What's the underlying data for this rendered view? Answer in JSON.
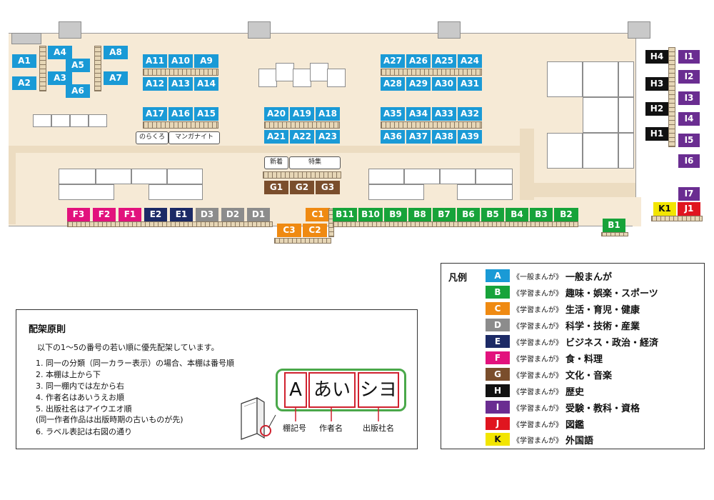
{
  "colors": {
    "A": "#1a9ad6",
    "B": "#17a33a",
    "C": "#ef8a12",
    "D": "#8c8c8c",
    "E": "#1c2a66",
    "F": "#e2127d",
    "G": "#7a4e2c",
    "H": "#111111",
    "I": "#6a2d91",
    "J": "#e0151f",
    "K": "#f2e500",
    "floor": "#f6ead6",
    "aisle": "#ecdcc1"
  },
  "labels": {
    "A1": "A1",
    "A2": "A2",
    "A3": "A3",
    "A4": "A4",
    "A5": "A5",
    "A6": "A6",
    "A7": "A7",
    "A8": "A8",
    "A9": "A9",
    "A10": "A10",
    "A11": "A11",
    "A12": "A12",
    "A13": "A13",
    "A14": "A14",
    "A15": "A15",
    "A16": "A16",
    "A17": "A17",
    "A18": "A18",
    "A19": "A19",
    "A20": "A20",
    "A21": "A21",
    "A22": "A22",
    "A23": "A23",
    "A24": "A24",
    "A25": "A25",
    "A26": "A26",
    "A27": "A27",
    "A28": "A28",
    "A29": "A29",
    "A30": "A30",
    "A31": "A31",
    "A32": "A32",
    "A33": "A33",
    "A34": "A34",
    "A35": "A35",
    "A36": "A36",
    "A37": "A37",
    "A38": "A38",
    "A39": "A39",
    "B1": "B1",
    "B2": "B2",
    "B3": "B3",
    "B4": "B4",
    "B5": "B5",
    "B6": "B6",
    "B7": "B7",
    "B8": "B8",
    "B9": "B9",
    "B10": "B10",
    "B11": "B11",
    "C1": "C1",
    "C2": "C2",
    "C3": "C3",
    "D1": "D1",
    "D2": "D2",
    "D3": "D3",
    "E1": "E1",
    "E2": "E2",
    "F1": "F1",
    "F2": "F2",
    "F3": "F3",
    "G1": "G1",
    "G2": "G2",
    "G3": "G3",
    "H1": "H1",
    "H2": "H2",
    "H3": "H3",
    "H4": "H4",
    "I1": "I1",
    "I2": "I2",
    "I3": "I3",
    "I4": "I4",
    "I5": "I5",
    "I6": "I6",
    "I7": "I7",
    "J1": "J1",
    "K1": "K1"
  },
  "tags": {
    "norakuro": "のらくろ",
    "manganight": "マンガナイト",
    "shinchaku": "新着",
    "tokushu": "特集"
  },
  "rules": {
    "title": "配架原則",
    "intro": "以下の1～5の番号の若い順に優先配架しています。",
    "items": [
      "1.  同一の分類（同一カラー表示）の場合、本棚は番号順",
      "2.  本棚は上から下",
      "3.  同一棚内では左から右",
      "4.  作者名はあいうえお順",
      "5.  出版社名はアイウエオ順",
      "     (同一作者作品は出版時期の古いものが先)",
      "6.  ラベル表記は右図の通り"
    ],
    "sample": {
      "call": "A",
      "author": "あい",
      "publisher": "シヨ"
    },
    "captions": {
      "call": "棚記号",
      "author": "作者名",
      "publisher": "出版社名"
    }
  },
  "legend": {
    "title": "凡例",
    "items": [
      {
        "code": "A",
        "category": "《一般まんが》",
        "desc": "一般まんが"
      },
      {
        "code": "B",
        "category": "《学習まんが》",
        "desc": "趣味・娯楽・スポーツ"
      },
      {
        "code": "C",
        "category": "《学習まんが》",
        "desc": "生活・育児・健康"
      },
      {
        "code": "D",
        "category": "《学習まんが》",
        "desc": "科学・技術・産業"
      },
      {
        "code": "E",
        "category": "《学習まんが》",
        "desc": "ビジネス・政治・経済"
      },
      {
        "code": "F",
        "category": "《学習まんが》",
        "desc": "食・料理"
      },
      {
        "code": "G",
        "category": "《学習まんが》",
        "desc": "文化・音楽"
      },
      {
        "code": "H",
        "category": "《学習まんが》",
        "desc": "歴史"
      },
      {
        "code": "I",
        "category": "《学習まんが》",
        "desc": "受験・教科・資格"
      },
      {
        "code": "J",
        "category": "《学習まんが》",
        "desc": "図鑑"
      },
      {
        "code": "K",
        "category": "《学習まんが》",
        "desc": "外国語"
      }
    ]
  }
}
